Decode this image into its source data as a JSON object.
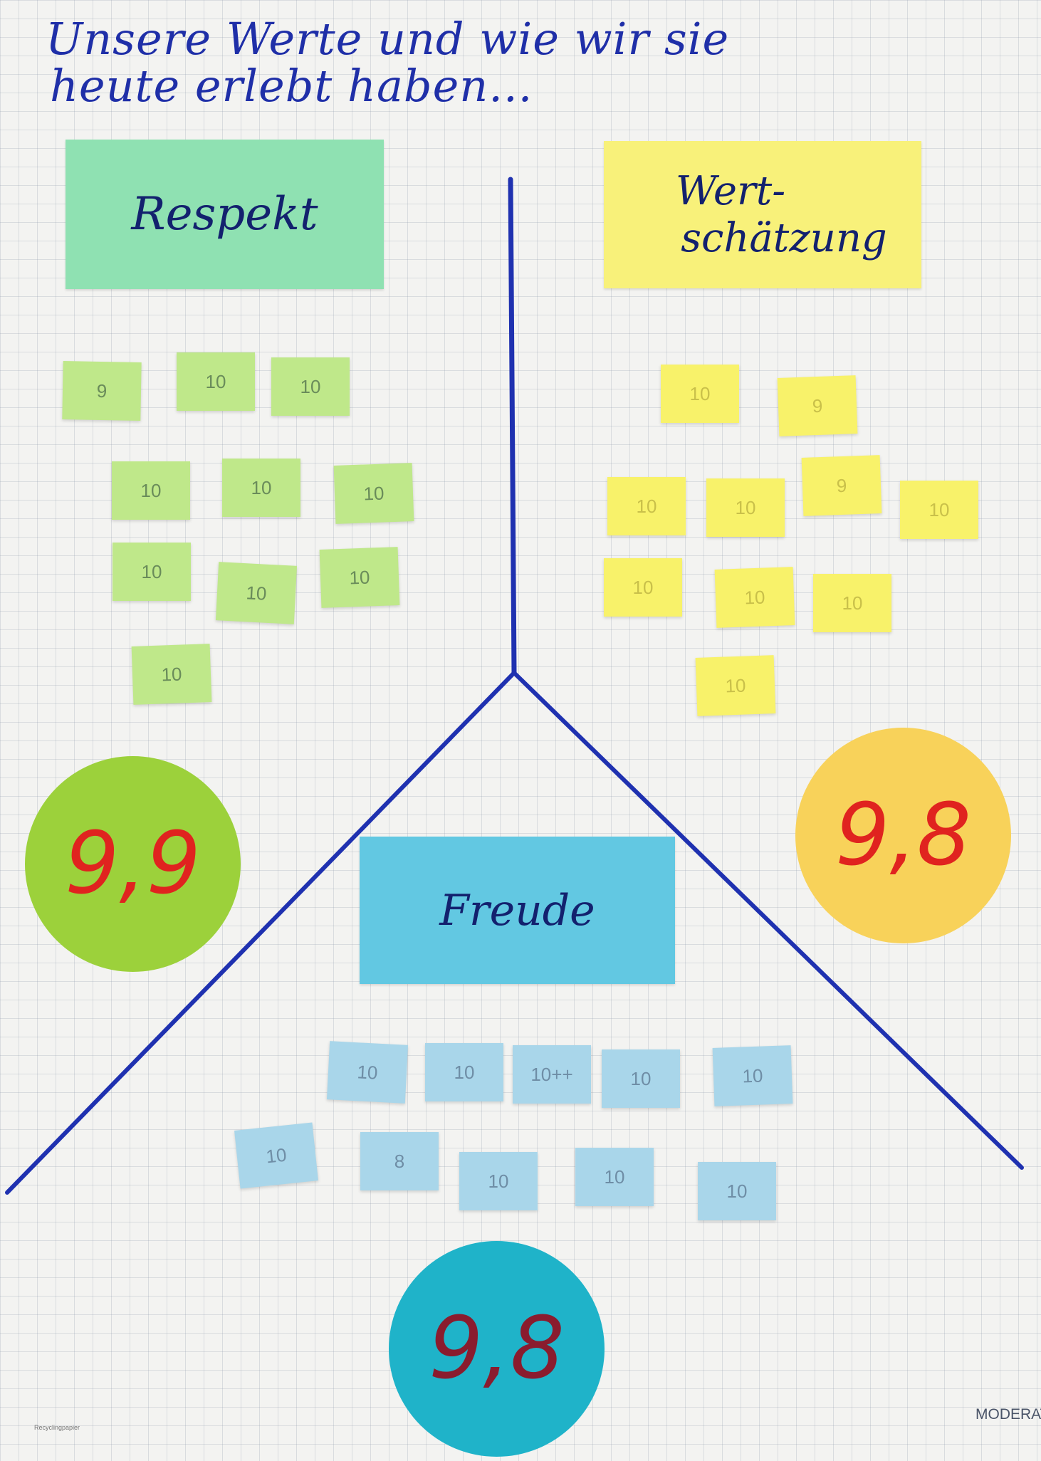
{
  "title": {
    "line1": "Unsere Werte und wie wir sie",
    "line2": "heute erlebt haben..."
  },
  "sections": {
    "respekt": {
      "label": "Respekt",
      "color": "#8fe1b2",
      "score": "9,9",
      "score_color": "#e0231f",
      "circle_color": "#9cd13b",
      "notes": [
        "9",
        "10",
        "10",
        "10",
        "10",
        "10",
        "10",
        "10",
        "10",
        "10"
      ]
    },
    "wertschaetzung": {
      "label_line1": "Wert-",
      "label_line2": "schätzung",
      "color": "#f8f17a",
      "score": "9,8",
      "score_color": "#e0231f",
      "circle_color": "#f8d25a",
      "notes": [
        "10",
        "9",
        "10",
        "10",
        "9",
        "10",
        "10",
        "10",
        "10",
        "10"
      ]
    },
    "freude": {
      "label": "Freude",
      "color": "#62c8e2",
      "score": "9,8",
      "score_color": "#8a1c2e",
      "circle_color": "#1fb3c9",
      "notes": [
        "10",
        "10",
        "10++",
        "10",
        "10",
        "10",
        "8",
        "10",
        "10",
        "10"
      ]
    }
  },
  "footer": {
    "paper_label": "Recyclingpapier",
    "logo": "MODERATION"
  }
}
